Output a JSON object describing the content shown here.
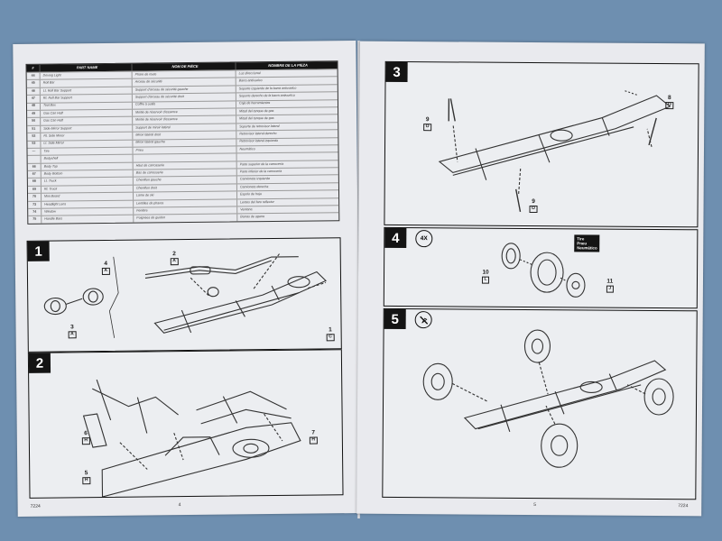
{
  "parts_table": {
    "headers": [
      "#",
      "PART NAME",
      "NOM DE PIÈCE",
      "NOMBRE DE LA PIEZA"
    ],
    "rows": [
      {
        "num": "44",
        "en": "Driving Light",
        "fr": "Phare de route",
        "es": "Luz direccional"
      },
      {
        "num": "45",
        "en": "Roll Bar",
        "fr": "Arceau de sécurité",
        "es": "Barra antivuelco"
      },
      {
        "num": "46",
        "en": "Lt. Roll Bar Support",
        "fr": "Support d'arceau de sécurité gauche",
        "es": "Soporte izquierdo de la barra antivuelco"
      },
      {
        "num": "47",
        "en": "Rt. Roll Bar Support",
        "fr": "Support d'arceau de sécurité droit",
        "es": "Soporte derecho de la barra antivuelco"
      },
      {
        "num": "48",
        "en": "Tool Box",
        "fr": "Coffre à outils",
        "es": "Caja de herramientas"
      },
      {
        "num": "49",
        "en": "Gas Can Half",
        "fr": "Moitié de réservoir d'essence",
        "es": "Mitad del tanque de gas"
      },
      {
        "num": "50",
        "en": "Gas Can Half",
        "fr": "Moitié de réservoir d'essence",
        "es": "Mitad del tanque de gas"
      },
      {
        "num": "51",
        "en": "Side Mirror Support",
        "fr": "Support de miroir latéral",
        "es": "Soporte de retrovisor lateral"
      },
      {
        "num": "52",
        "en": "Rt. Side Mirror",
        "fr": "Miroir latéral droit",
        "es": "Retrovisor lateral derecho"
      },
      {
        "num": "53",
        "en": "Lt. Side Mirror",
        "fr": "Miroir latéral gauche",
        "es": "Retrovisor lateral izquierdo"
      },
      {
        "num": "—",
        "en": "Tire",
        "fr": "Pneu",
        "es": "Neumático"
      },
      {
        "num": "",
        "en": "Bodyshell",
        "fr": "",
        "es": ""
      },
      {
        "num": "66",
        "en": "Body Top",
        "fr": "Haut de carrosserie",
        "es": "Parte superior de la carrocería"
      },
      {
        "num": "67",
        "en": "Body Bottom",
        "fr": "Bas de carrosserie",
        "es": "Parte inferior de la carrocería"
      },
      {
        "num": "68",
        "en": "Lt. Truck",
        "fr": "Chenillon gauche",
        "es": "Camioneta izquierda"
      },
      {
        "num": "69",
        "en": "Rt. Truck",
        "fr": "Chenillon droit",
        "es": "Camioneta derecha"
      },
      {
        "num": "70",
        "en": "Mini Board",
        "fr": "Lame de ski",
        "es": "Espolo de hoja"
      },
      {
        "num": "73",
        "en": "Headlight Lens",
        "fr": "Lentilles de phares",
        "es": "Lentes del faro reflector"
      },
      {
        "num": "74",
        "en": "Window",
        "fr": "Fenêtre",
        "es": "Ventana"
      },
      {
        "num": "75",
        "en": "Handle Bars",
        "fr": "Poignées de guidon",
        "es": "Barras de agarre"
      }
    ]
  },
  "steps": {
    "s1": {
      "num": "1",
      "labels": [
        {
          "n": "4",
          "code": "A"
        },
        {
          "n": "2",
          "code": "A"
        },
        {
          "n": "3",
          "code": "A"
        },
        {
          "n": "1",
          "code": "C"
        }
      ]
    },
    "s2": {
      "num": "2",
      "labels": [
        {
          "n": "6",
          "code": "H"
        },
        {
          "n": "5",
          "code": "H"
        },
        {
          "n": "7",
          "code": "H"
        }
      ]
    },
    "s3": {
      "num": "3",
      "labels": [
        {
          "n": "9",
          "code": "O"
        },
        {
          "n": "8",
          "code": "O"
        },
        {
          "n": "9",
          "code": "O"
        }
      ]
    },
    "s4": {
      "num": "4",
      "qty": "4X",
      "tire_label": [
        "Tire",
        "Pneu",
        "Neumático"
      ],
      "labels": [
        {
          "n": "10",
          "code": "L"
        },
        {
          "n": "11",
          "code": "J"
        }
      ]
    },
    "s5": {
      "num": "5"
    }
  },
  "footer": {
    "left_code": "7224",
    "left_page": "4",
    "right_page": "5",
    "right_code": "7224"
  }
}
